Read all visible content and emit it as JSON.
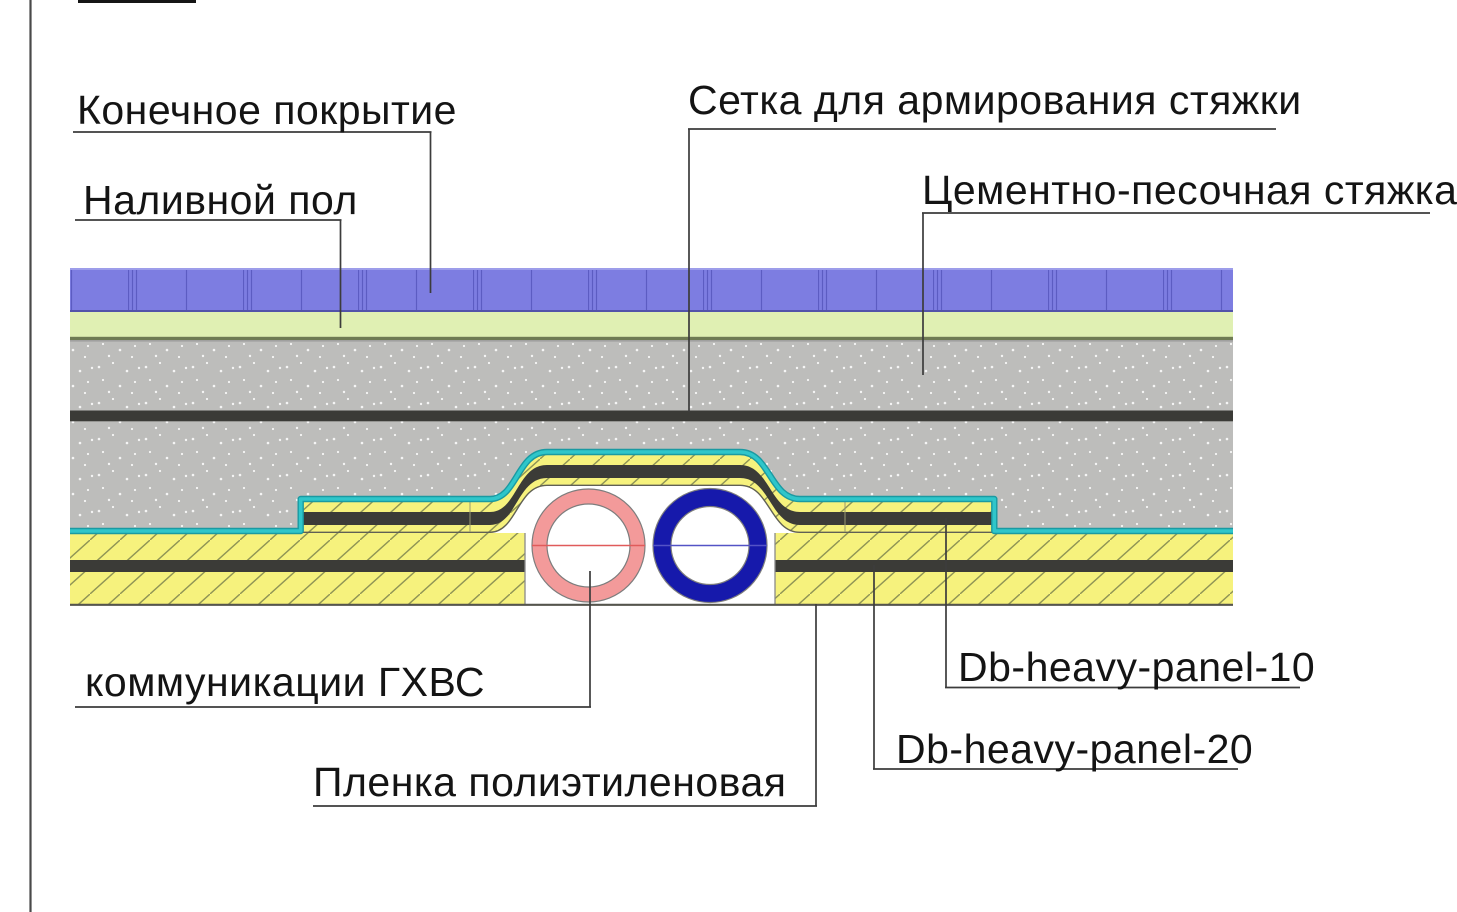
{
  "labels": {
    "final_covering": "Конечное покрытие",
    "self_leveling_floor": "Наливной пол",
    "reinforcement_mesh": "Сетка для армирования стяжки",
    "cement_sand_screed": "Цементно-песочная стяжка",
    "hot_cold_water_lines": "коммуникации ГХВС",
    "polyethylene_film": "Пленка полиэтиленовая",
    "db_heavy_panel_10": "Db-heavy-panel-10",
    "db_heavy_panel_20": "Db-heavy-panel-20"
  },
  "colors": {
    "page_bg": "#ffffff",
    "frame_border": "#4a4a4a",
    "top_mark": "#151515",
    "leader_line": "#3c3c3c",
    "label_text": "#141414",
    "finish_purple": "#7d7de1",
    "purple_joint": "#5c5cc2",
    "purple_top_edge": "#9d9dea",
    "purple_bottom_edge": "#5253aa",
    "leveling_green": "#e0f0b3",
    "green_bottom_edge": "#6f7b53",
    "screed_gray": "#bdbdbb",
    "gray_top_edge": "#999999",
    "speckle_white": "#ffffff",
    "mesh_dark": "#3b3b37",
    "panel_yellow": "#f6f27d",
    "hatch_line": "#8f9455",
    "panel_dark_band": "#3b3b37",
    "panel_bottom_line": "#606055",
    "membrane_teal": "#2fc6ca",
    "membrane_teal_dark": "#1a9aa2",
    "pipe_outline": "#7d7d7d",
    "pipe_hot_pink": "#f39a9a",
    "pipe_hot_center_line": "#e05b5b",
    "pipe_cold_blue": "#1619ab",
    "pipe_cold_center_line": "#5353c6",
    "panel_gap_edge": "#8a8a8a",
    "film_bottom_line": "#55554d",
    "panel_seam": "#9a9a70"
  }
}
